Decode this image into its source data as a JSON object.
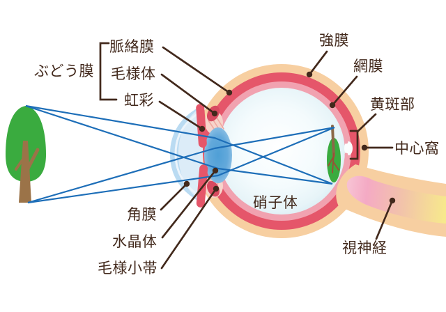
{
  "diagram": {
    "labels": {
      "uvea": "ぶどう膜",
      "choroid": "脈絡膜",
      "ciliary_body": "毛様体",
      "iris": "虹彩",
      "sclera": "強膜",
      "retina": "網膜",
      "macula": "黄斑部",
      "fovea": "中心窩",
      "cornea": "角膜",
      "lens": "水晶体",
      "zonule": "毛様小帯",
      "vitreous": "硝子体",
      "optic_nerve": "視神経"
    }
  },
  "colors": {
    "label_brown": "#42291c",
    "sclera_peach": "#f7cfa1",
    "choroid_red": "#e5566a",
    "retina_pink": "#f1a2b0",
    "vitreous_edge": "#d9edf4",
    "cornea_blue": "#badbf2",
    "chamber_blue": "#dcecf8",
    "lens_center": "#4f9fd6",
    "lens_edge": "#a2cbe9",
    "ray_blue": "#1d6eb8",
    "tree_green": "#3aab3f",
    "trunk_brown": "#9b7348",
    "image_trunk": "#8b6847",
    "branch_red_brown": "#9a4f35",
    "nerve_pink": "#f4aac4",
    "nerve_mid": "#f2c3aa",
    "nerve_yellow": "#f7e98c",
    "ciliary_red": "#d84a60",
    "zonule_pink": "#f0a8a0",
    "blob_pink": "#f7d4cb"
  }
}
